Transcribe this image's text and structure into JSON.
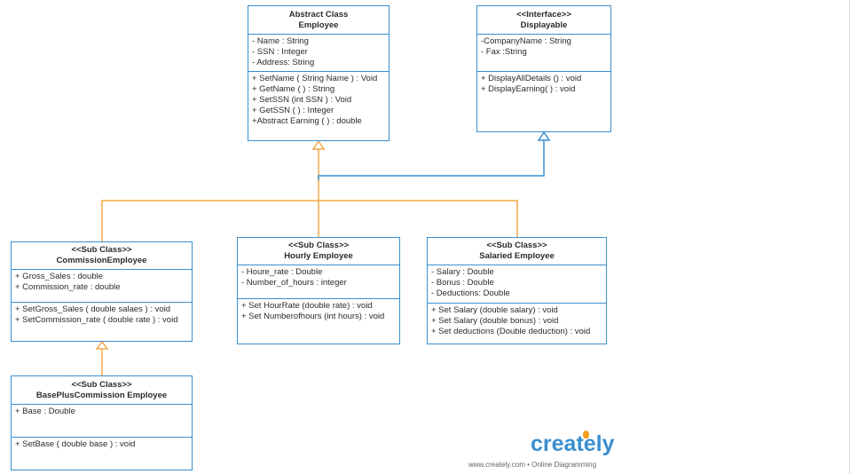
{
  "colors": {
    "box_border": "#3a8fd0",
    "inheritance_line": "#f4a84a",
    "realization_line": "#3a8fd0",
    "brand": "#3a8fd0"
  },
  "classes": {
    "employee": {
      "header": [
        "Abstract  Class",
        "Employee"
      ],
      "attributes": [
        "- Name : String",
        "- SSN : Integer",
        "-  Address: String"
      ],
      "methods": [
        "+ SetName  ( String Name ) : Void",
        "+ GetName ( ) : String",
        "+ SetSSN  (int SSN ) : Void",
        "+ GetSSN (  ) : Integer",
        "+Abstract Earning ( ) : double"
      ]
    },
    "displayable": {
      "header": [
        "<<Interface>>",
        "Displayable"
      ],
      "attributes": [
        "-CompanyName : String",
        "- Fax :String"
      ],
      "methods": [
        "+ DisplayAllDetails () : void",
        "+ DisplayEarning( ) :  void"
      ]
    },
    "commission": {
      "header": [
        "<<Sub Class>>",
        "CommissionEmployee"
      ],
      "attributes": [
        "+ Gross_Sales : double",
        "+ Commission_rate : double"
      ],
      "methods": [
        "+ SetGross_Sales ( double salaes ) : void",
        "+ SetCommission_rate ( double rate ) : void"
      ]
    },
    "hourly": {
      "header": [
        "<<Sub Class>>",
        "Hourly Employee"
      ],
      "attributes": [
        "- Houre_rate : Double",
        "- Number_of_hours : integer"
      ],
      "methods": [
        "+ Set HourRate (double rate) : void",
        "+ Set Numberofhours (int hours) : void"
      ]
    },
    "salaried": {
      "header": [
        "<<Sub Class>>",
        "Salaried Employee"
      ],
      "attributes": [
        "- Salary : Double",
        "- Bonus : Double",
        "- Deductions: Double"
      ],
      "methods": [
        "+ Set Salary (double salary) : void",
        "+ Set Salary (double bonus) : void",
        "+ Set deductions (Double deduction) : void"
      ]
    },
    "baseplus": {
      "header": [
        "<<Sub Class>>",
        "BasePlusCommission Employee"
      ],
      "attributes": [
        "+ Base : Double"
      ],
      "methods": [
        "+ SetBase  ( double base ) : void"
      ]
    }
  },
  "branding": {
    "logo": "creately",
    "tagline": "www.creately.com • Online Diagramming"
  }
}
